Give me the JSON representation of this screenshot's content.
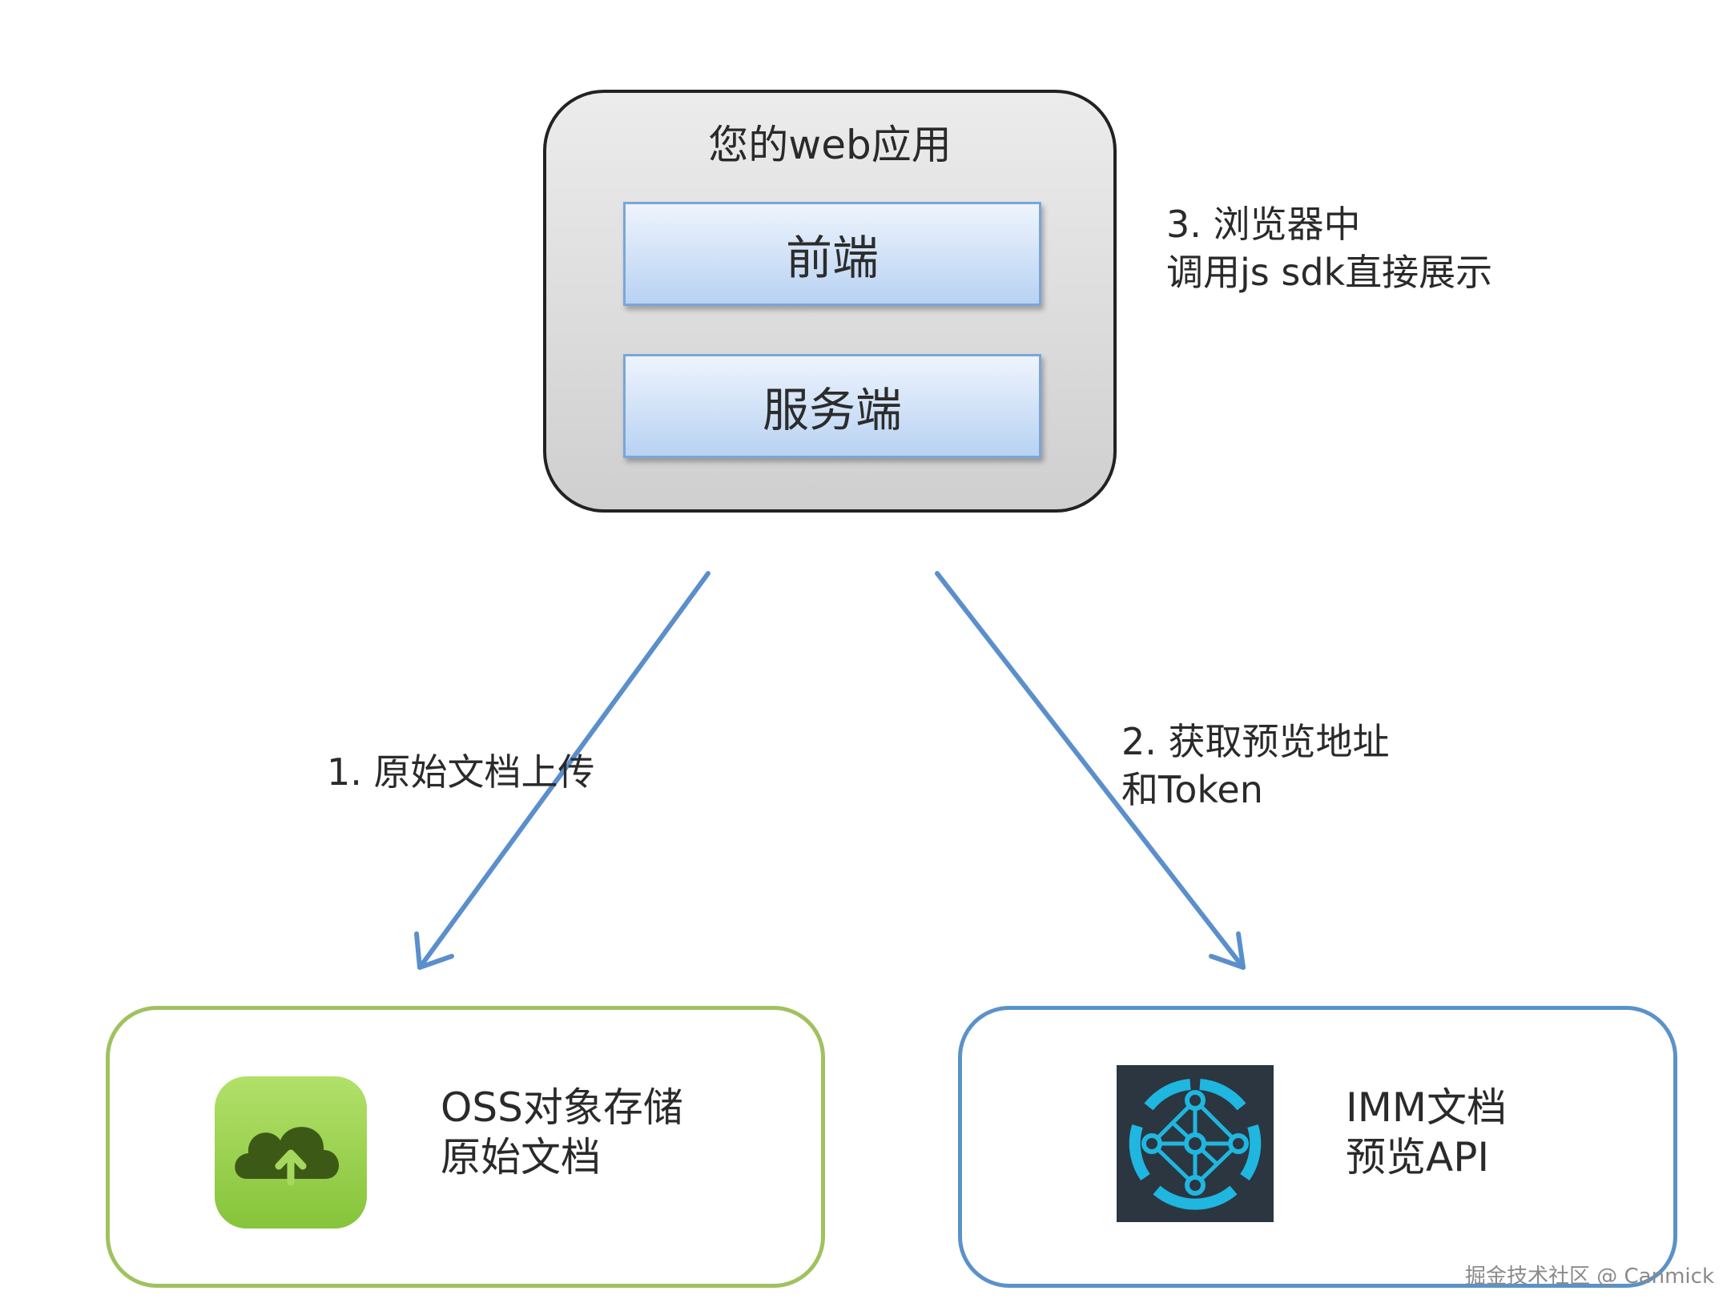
{
  "web_app": {
    "title": "您的web应用",
    "frontend": "前端",
    "backend": "服务端"
  },
  "steps": {
    "step3_line1": "3.  浏览器中",
    "step3_line2": "调用js sdk直接展示",
    "step1": "1.  原始文档上传",
    "step2_line1": "2.  获取预览地址",
    "step2_line2": "和Token"
  },
  "oss": {
    "line1": "OSS对象存储",
    "line2": "原始文档",
    "icon": "cloud-upload-icon",
    "border_color": "#9fc25e"
  },
  "imm": {
    "line1": "IMM文档",
    "line2": "预览API",
    "icon": "network-nodes-icon",
    "border_color": "#5b92c8"
  },
  "arrow_color": "#5b8fcb",
  "watermark": "掘金技术社区 @ Canmick"
}
